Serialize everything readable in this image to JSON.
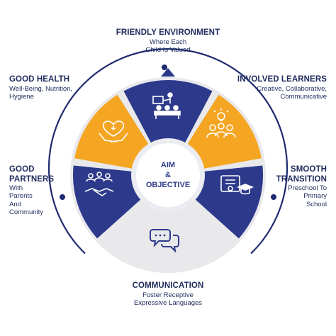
{
  "center": {
    "line1": "AIM",
    "line2": "&",
    "line3": "OBJECTIVE"
  },
  "labels": {
    "friendly": {
      "title": "FRIENDLY ENVIRONMENT",
      "l1": "Where Each",
      "l2": "Child Is Valued"
    },
    "health": {
      "title": "GOOD HEALTH",
      "l1": "Well-Being, Nutrition,",
      "l2": "Hygiene"
    },
    "involved": {
      "title": "INVOLVED LEARNERS",
      "l1": "Creative, Collaborative,",
      "l2": "Communicative"
    },
    "partners": {
      "t1": "GOOD",
      "t2": "PARTNERS",
      "l1": "With",
      "l2": "Parents",
      "l3": "And",
      "l4": "Community"
    },
    "transition": {
      "t1": "SMOOTH",
      "t2": "TRANSITION",
      "l1": "Preschool To",
      "l2": "Primary",
      "l3": "School"
    },
    "communication": {
      "title": "COMMUNICATION",
      "l1": "Foster Receptive",
      "l2": "Expressive Languages"
    }
  },
  "colors": {
    "navy": "#2d3a8c",
    "gold": "#f4a623",
    "ring": "#1e2a6e",
    "gray": "#e9e9ec"
  },
  "icons": [
    "teacher-classroom-icon",
    "hand-heart-icon",
    "ideas-team-icon",
    "partners-handshake-icon",
    "graduation-certificate-icon",
    "chat-bubbles-icon"
  ]
}
